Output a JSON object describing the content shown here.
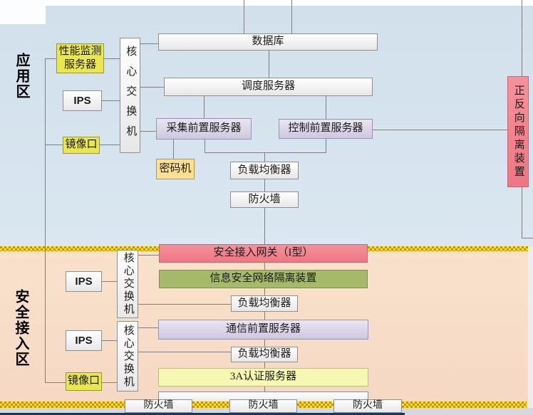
{
  "zones": {
    "application": "应用区",
    "security_access": "安全接入区"
  },
  "nodes": {
    "database": "数据库",
    "dispatch_server": "调度服务器",
    "performance_monitor_server": "性能监测服务器",
    "core_switch": "核心交换机",
    "ips": "IPS",
    "mirror_port": "镜像口",
    "collection_front_server": "采集前置服务器",
    "control_front_server": "控制前置服务器",
    "cipher_machine": "密码机",
    "load_balancer": "负载均衡器",
    "firewall": "防火墙",
    "forward_reverse_isolation_device": "正反向隔离装置",
    "security_access_gateway": "安全接入网关（I型）",
    "info_security_isolation_device": "信息安全网络隔离装置",
    "communication_front_server": "通信前置服务器",
    "aaa_auth_server": "3A认证服务器"
  },
  "colors": {
    "app_zone_bg_top": "#d2e0ec",
    "app_zone_bg_bottom": "#dae7f1",
    "security_zone_bg_top": "#f8e2cc",
    "security_zone_bg_bottom": "#f6d8c4",
    "separator_yellow": "#ffdd33",
    "separator_dark": "#bf9600",
    "highlight_yellow": "#e9e64e",
    "cipher_yellow": "#fbdf92",
    "lavender": "#d9d3e8",
    "red": "#f2838d",
    "olive_green": "#a6b96b",
    "pale_yellow": "#f6f8b2",
    "bottom_strip": "#d7d7e3",
    "bottom_dark_line": "#17375e",
    "connector": "#7f7f7f"
  }
}
